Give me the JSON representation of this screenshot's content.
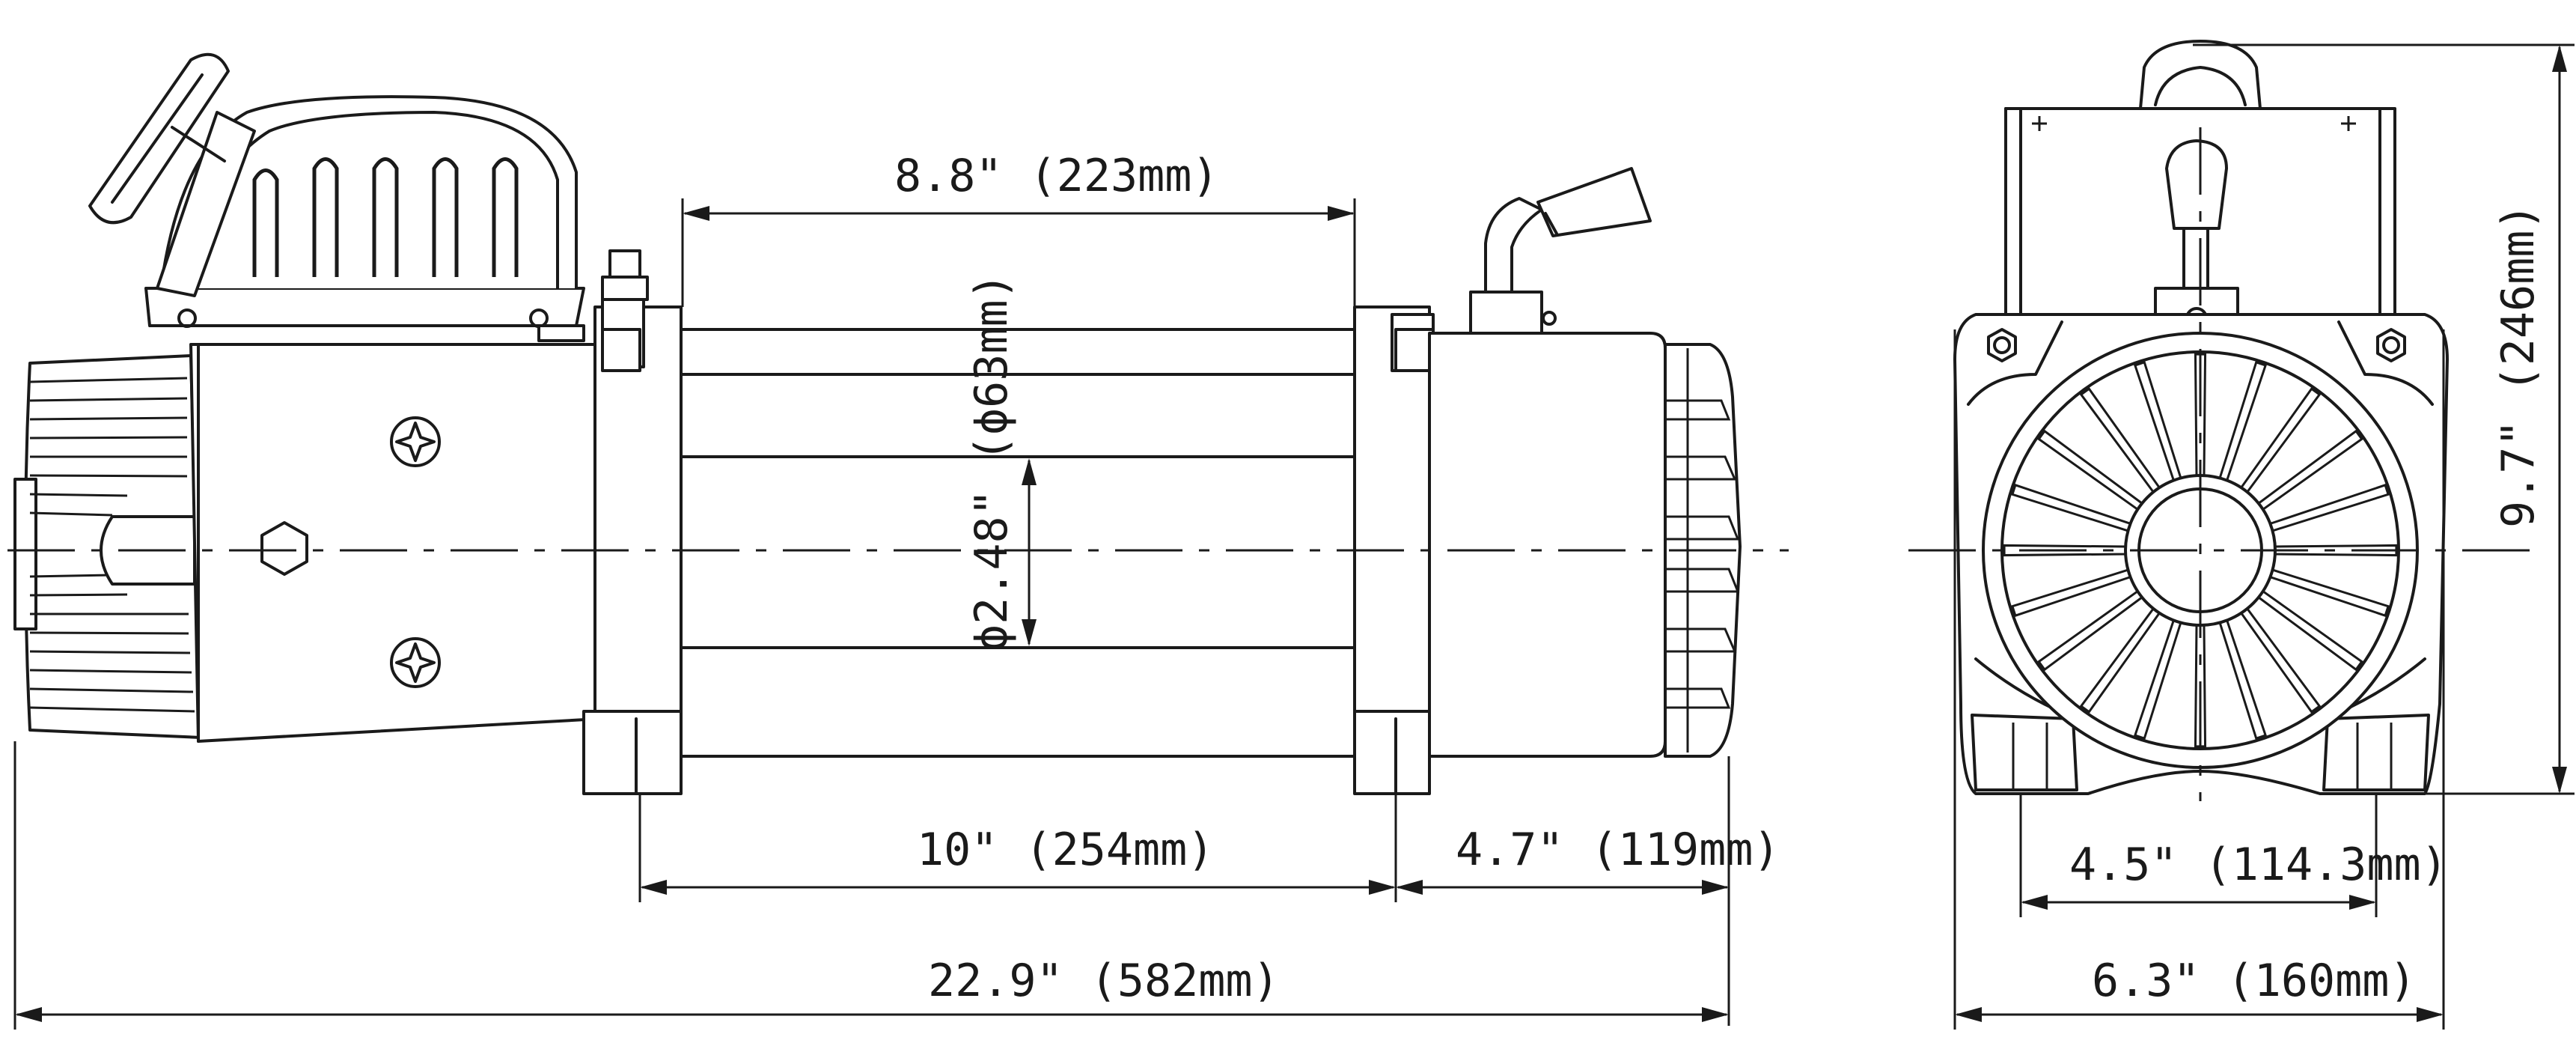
{
  "dimensions": {
    "drum_length": "8.8\" (223mm)",
    "drum_diameter": "ϕ2.48\" (ϕ63mm)",
    "mount_spacing": "10\" (254mm)",
    "gearbox_length": "4.7\" (119mm)",
    "overall_length": "22.9\" (582mm)",
    "overall_height": "9.7\" (246mm)",
    "end_bolt_spacing": "4.5\" (114.3mm)",
    "overall_width": "6.3\" (160mm)"
  },
  "colors": {
    "line": "#1a1a1a",
    "background": "#ffffff"
  }
}
